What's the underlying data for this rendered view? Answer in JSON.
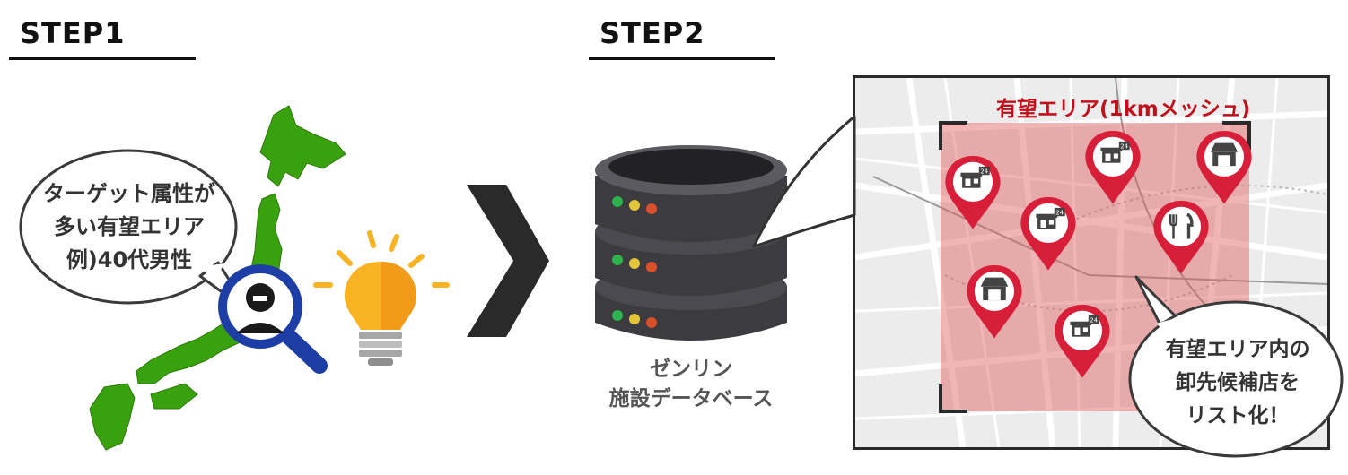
{
  "step1": {
    "title": "STEP1",
    "bubble": [
      "ターゲット属性が",
      "多い有望エリア",
      "例)40代男性"
    ]
  },
  "step2": {
    "title": "STEP2",
    "database_label": [
      "ゼンリン",
      "施設データベース"
    ],
    "map_title": "有望エリア(1kmメッシュ)",
    "bubble": [
      "有望エリア内の",
      "卸先候補店を",
      "リスト化！"
    ]
  },
  "pins": [
    {
      "icon": "convenience-store-24-icon"
    },
    {
      "icon": "convenience-store-24-icon"
    },
    {
      "icon": "convenience-store-24-icon"
    },
    {
      "icon": "storefront-icon"
    },
    {
      "icon": "restaurant-icon"
    },
    {
      "icon": "storefront-icon"
    },
    {
      "icon": "convenience-store-24-icon"
    }
  ],
  "pin_badge": "24",
  "colors": {
    "japan_green": "#3aa10e",
    "magnifier_blue": "#1d3fa5",
    "bulb_yellow": "#f7b322",
    "server_dark": "#3b3b40",
    "mesh_red": "#e05a5a",
    "pin_red": "#d81f3a",
    "title_red": "#c0101c"
  }
}
